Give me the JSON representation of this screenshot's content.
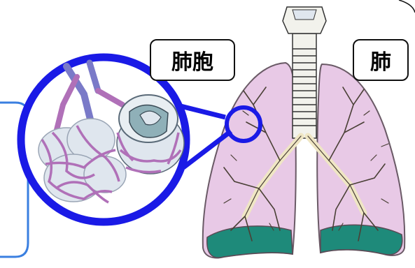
{
  "labels": {
    "alveoli": "肺胞",
    "lung": "肺"
  },
  "colors": {
    "magnifier_ring": "#1a1ae6",
    "side_frame": "#3a7fe0",
    "lung_fill": "#e8c9e6",
    "lung_outline": "#6a5a66",
    "bronchi": "#efe6c4",
    "trachea": "#f2f2ec",
    "fluid": "#1e8a7a",
    "capillary": "#b070b8",
    "alveolus": "#dfe6ee",
    "alveolus_inner": "#8fb0b8"
  },
  "icons": [
    "lung-illustration",
    "alveoli-illustration",
    "magnifier-ring"
  ]
}
